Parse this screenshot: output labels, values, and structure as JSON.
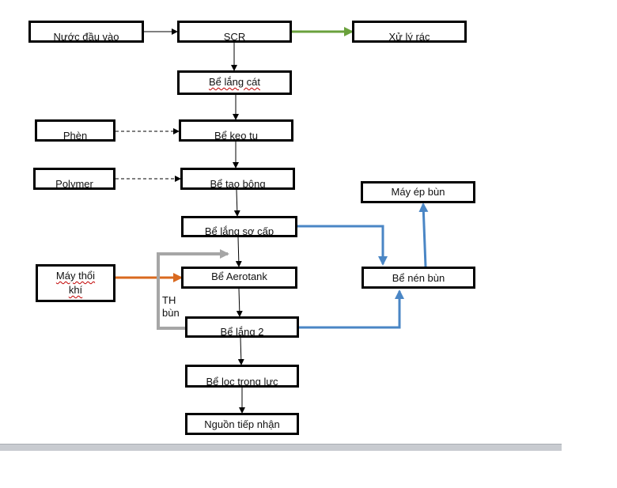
{
  "nodes": {
    "nuoc_dau_vao": "Nước đầu vào",
    "scr": "SCR",
    "xu_ly_rac": "Xử lý rác",
    "be_lang_cat": "Bể lắng cát",
    "phen": "Phèn",
    "be_keo_tu": "Bể keo tụ",
    "polymer": "Polymer",
    "be_tao_bong": "Bể tạo bông",
    "be_lang_so_cap": "Bể lắng sơ cấp",
    "may_thoi_khi": "Máy thổi khí",
    "be_aerotank": "Bể Aerotank",
    "be_lang_2": "Bể lắng 2",
    "be_loc_trong_luc": "Bể lọc trọng lực",
    "nguon_tiep_nhan": "Nguồn tiếp nhận",
    "may_ep_bun": "Máy ép bùn",
    "be_nen_bun": "Bể nén bùn"
  },
  "labels": {
    "th_bun": "TH bùn"
  },
  "colors": {
    "green_arrow": "#6aa13c",
    "orange_arrow": "#d9691f",
    "blue_arrow": "#4a86c5",
    "gray_arrow": "#a6a6a6",
    "black": "#000000"
  }
}
